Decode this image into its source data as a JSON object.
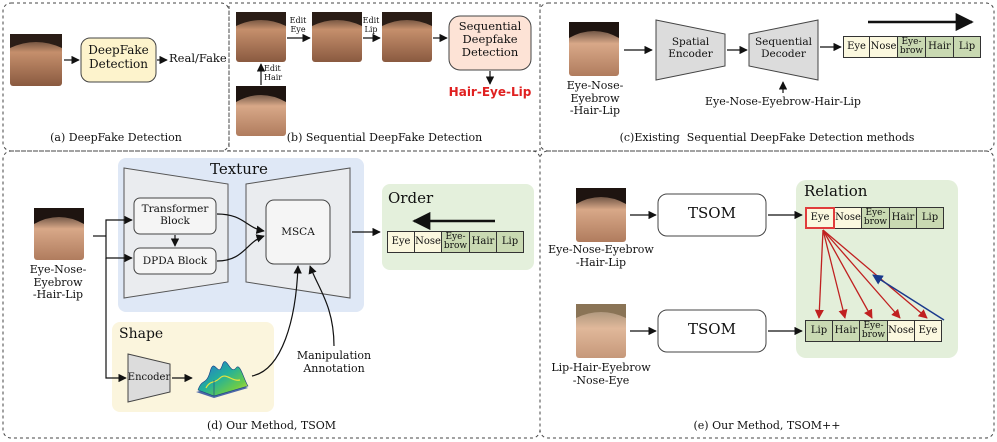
{
  "panel_a": {
    "box": "DeepFake\nDetection",
    "output": "Real/Fake",
    "caption": "(a) DeepFake Detection"
  },
  "panel_b": {
    "edit_eye": "Edit\nEye",
    "edit_lip": "Edit\nLip",
    "edit_hair": "Edit\nHair",
    "box": "Sequential\nDeepfake\nDetection",
    "result": "Hair-Eye-Lip",
    "caption": "(b) Sequential DeepFake Detection"
  },
  "panel_c": {
    "face_label": "Eye-Nose-Eyebrow\n-Hair-Lip",
    "encoder": "Spatial\nEncoder",
    "decoder": "Sequential\nDecoder",
    "target": "Eye-Nose-Eyebrow-Hair-Lip",
    "sequence": [
      "Eye",
      "Nose",
      "Eye-\nbrow",
      "Hair",
      "Lip"
    ],
    "caption": "(c)Existing  Sequential DeepFake Detection methods"
  },
  "panel_d": {
    "texture_title": "Texture",
    "transformer": "Transformer\nBlock",
    "dpda": "DPDA Block",
    "msca": "MSCA",
    "order_title": "Order",
    "sequence": [
      "Eye",
      "Nose",
      "Eye-\nbrow",
      "Hair",
      "Lip"
    ],
    "face_label": "Eye-Nose-Eyebrow\n-Hair-Lip",
    "shape_title": "Shape",
    "encoder": "Encoder",
    "annotation": "Manipulation\nAnnotation",
    "caption": "(d) Our Method, TSOM"
  },
  "panel_e": {
    "tsom_top": "TSOM",
    "tsom_bottom": "TSOM",
    "relation_title": "Relation",
    "face_top_label": "Eye-Nose-Eyebrow\n-Hair-Lip",
    "face_bottom_label": "Lip-Hair-Eyebrow\n-Nose-Eye",
    "seq_top": [
      "Eye",
      "Nose",
      "Eye-\nbrow",
      "Hair",
      "Lip"
    ],
    "seq_bottom": [
      "Lip",
      "Hair",
      "Eye-\nbrow",
      "Nose",
      "Eye"
    ],
    "caption": "(e) Our Method, TSOM++"
  },
  "colors": {
    "detector_fill": "#fdf3cc",
    "seq_detector_fill": "#fde3d6",
    "result_red": "#e02020",
    "texture_bg": "#dfe8f6",
    "shape_bg": "#fbf5dd",
    "order_bg": "#e4f0dc",
    "relation_bg": "#e3efda",
    "cell_light": "#fbf8df",
    "cell_dark": "#c9d9b2",
    "encoder_gray": "#dcdcdc",
    "arrow_red": "#c02020",
    "arrow_blue": "#1a3a8c"
  }
}
